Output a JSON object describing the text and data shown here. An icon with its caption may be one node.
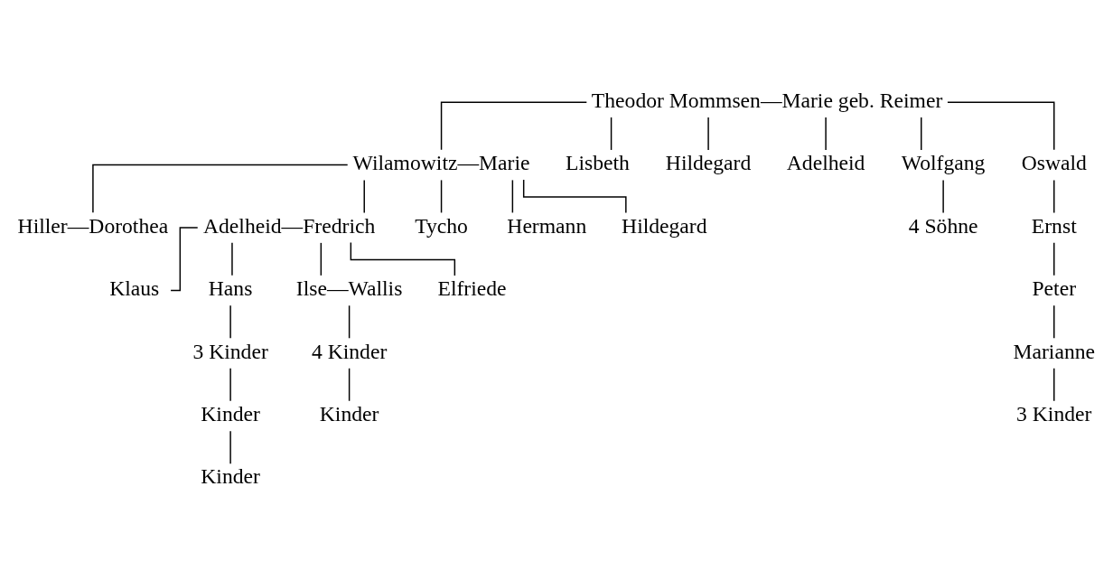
{
  "diagram": {
    "nodes": [
      {
        "text": [
          "Theodor Mommsen—Marie geb. Reimer"
        ]
      },
      {
        "text": [
          "Wilamowitz—Marie"
        ]
      },
      {
        "text": [
          "Lisbeth"
        ]
      },
      {
        "text": [
          "Hildegard"
        ]
      },
      {
        "text": [
          "Adelheid"
        ]
      },
      {
        "text": [
          "Wolfgang"
        ]
      },
      {
        "text": [
          "Oswald"
        ]
      },
      {
        "text": [
          "Hiller—Dorothea"
        ]
      },
      {
        "text": [
          "Adelheid—Fredrich"
        ]
      },
      {
        "text": [
          "Tycho"
        ]
      },
      {
        "text": [
          "Hermann"
        ]
      },
      {
        "text": [
          "Hildegard"
        ]
      },
      {
        "text": [
          "4 Söhne"
        ]
      },
      {
        "text": [
          "Ernst"
        ]
      },
      {
        "text": [
          "Klaus"
        ]
      },
      {
        "text": [
          "Hans"
        ]
      },
      {
        "text": [
          "Ilse—Wallis"
        ]
      },
      {
        "text": [
          "Elfriede"
        ]
      },
      {
        "text": [
          "Peter"
        ]
      },
      {
        "text": [
          "3 Kinder"
        ]
      },
      {
        "text": [
          "4 Kinder"
        ]
      },
      {
        "text": [
          "Marianne"
        ]
      },
      {
        "text": [
          "Kinder"
        ]
      },
      {
        "text": [
          "Kinder"
        ]
      },
      {
        "text": [
          "3 Kinder"
        ]
      },
      {
        "text": [
          "Kinder"
        ]
      }
    ],
    "edges": [
      {
        "from": 0,
        "to": 1,
        "arrow": "none"
      },
      {
        "from": 0,
        "to": 2,
        "arrow": "none"
      },
      {
        "from": 0,
        "to": 3,
        "arrow": "none"
      },
      {
        "from": 0,
        "to": 4,
        "arrow": "none"
      },
      {
        "from": 0,
        "to": 5,
        "arrow": "none"
      },
      {
        "from": 0,
        "to": 6,
        "arrow": "none"
      },
      {
        "from": 1,
        "to": 7,
        "arrow": "none"
      },
      {
        "from": 1,
        "to": 8,
        "arrow": "none"
      },
      {
        "from": 1,
        "to": 9,
        "arrow": "none"
      },
      {
        "from": 1,
        "to": 10,
        "arrow": "none"
      },
      {
        "from": 1,
        "to": 11,
        "arrow": "none"
      },
      {
        "from": 5,
        "to": 12,
        "arrow": "none"
      },
      {
        "from": 6,
        "to": 13,
        "arrow": "none"
      },
      {
        "from": 8,
        "to": 14,
        "arrow": "none"
      },
      {
        "from": 8,
        "to": 15,
        "arrow": "none"
      },
      {
        "from": 8,
        "to": 16,
        "arrow": "none"
      },
      {
        "from": 8,
        "to": 17,
        "arrow": "none"
      },
      {
        "from": 13,
        "to": 18,
        "arrow": "none"
      },
      {
        "from": 15,
        "to": 19,
        "arrow": "none"
      },
      {
        "from": 16,
        "to": 20,
        "arrow": "none"
      },
      {
        "from": 18,
        "to": 21,
        "arrow": "none"
      },
      {
        "from": 19,
        "to": 22,
        "arrow": "none"
      },
      {
        "from": 20,
        "to": 23,
        "arrow": "none"
      },
      {
        "from": 21,
        "to": 24,
        "arrow": "none"
      },
      {
        "from": 22,
        "to": 25,
        "arrow": "none"
      }
    ]
  }
}
